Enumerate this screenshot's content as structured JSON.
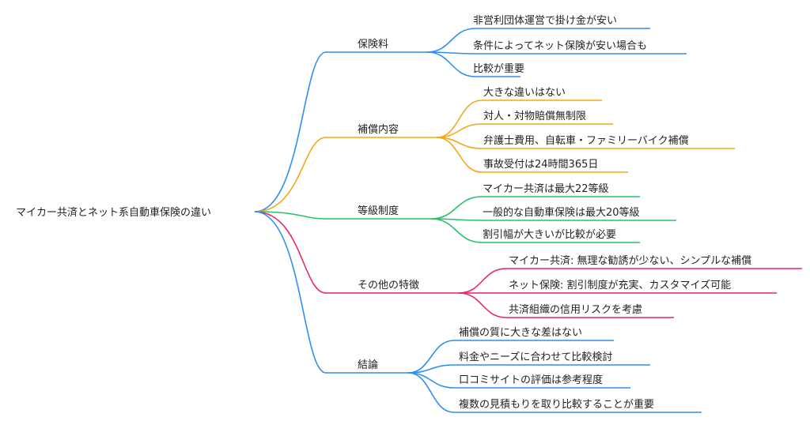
{
  "root": {
    "label": "マイカー共済とネット系自動車保険の違い"
  },
  "colors": {
    "blue": "#2f8ff0",
    "orange": "#f0a81a",
    "green": "#27c26c",
    "pink": "#e8246a"
  },
  "branches": [
    {
      "label": "保険料",
      "color": "blue",
      "leaves": [
        "非営利団体運営で掛け金が安い",
        "条件によってネット保険が安い場合も",
        "比較が重要"
      ]
    },
    {
      "label": "補償内容",
      "color": "orange",
      "leaves": [
        "大きな違いはない",
        "対人・対物賠償無制限",
        "弁護士費用、自転車・ファミリーバイク補償",
        "事故受付は24時間365日"
      ]
    },
    {
      "label": "等級制度",
      "color": "green",
      "leaves": [
        "マイカー共済は最大22等級",
        "一般的な自動車保険は最大20等級",
        "割引幅が大きいが比較が必要"
      ]
    },
    {
      "label": "その他の特徴",
      "color": "pink",
      "leaves": [
        "マイカー共済: 無理な勧誘が少ない、シンプルな補償",
        "ネット保険: 割引制度が充実、カスタマイズ可能",
        "共済組織の信用リスクを考慮"
      ]
    },
    {
      "label": "結論",
      "color": "blue",
      "leaves": [
        "補償の質に大きな差はない",
        "料金やニーズに合わせて比較検討",
        "口コミサイトの評価は参考程度",
        "複数の見積もりを取り比較することが重要"
      ]
    }
  ]
}
